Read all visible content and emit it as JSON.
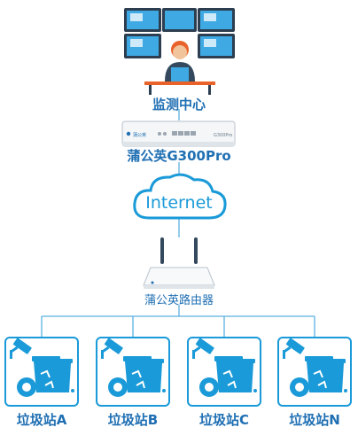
{
  "monitoring_center": {
    "label": "监测中心"
  },
  "gateway": {
    "label": "蒲公英G300Pro",
    "device_text": "蒲公英",
    "model_text": "G300Pro"
  },
  "internet": {
    "label": "Internet"
  },
  "router": {
    "label": "蒲公英路由器"
  },
  "stations": [
    {
      "label": "垃圾站A"
    },
    {
      "label": "垃圾站B"
    },
    {
      "label": "垃圾站C"
    },
    {
      "label": "垃圾站N"
    }
  ],
  "colors": {
    "primary_blue": "#1f6fb3",
    "icon_blue": "#1a9ad8",
    "line_blue": "#5ab0e0",
    "monitor_dark": "#2c3e50",
    "accent_orange": "#e8622a"
  }
}
